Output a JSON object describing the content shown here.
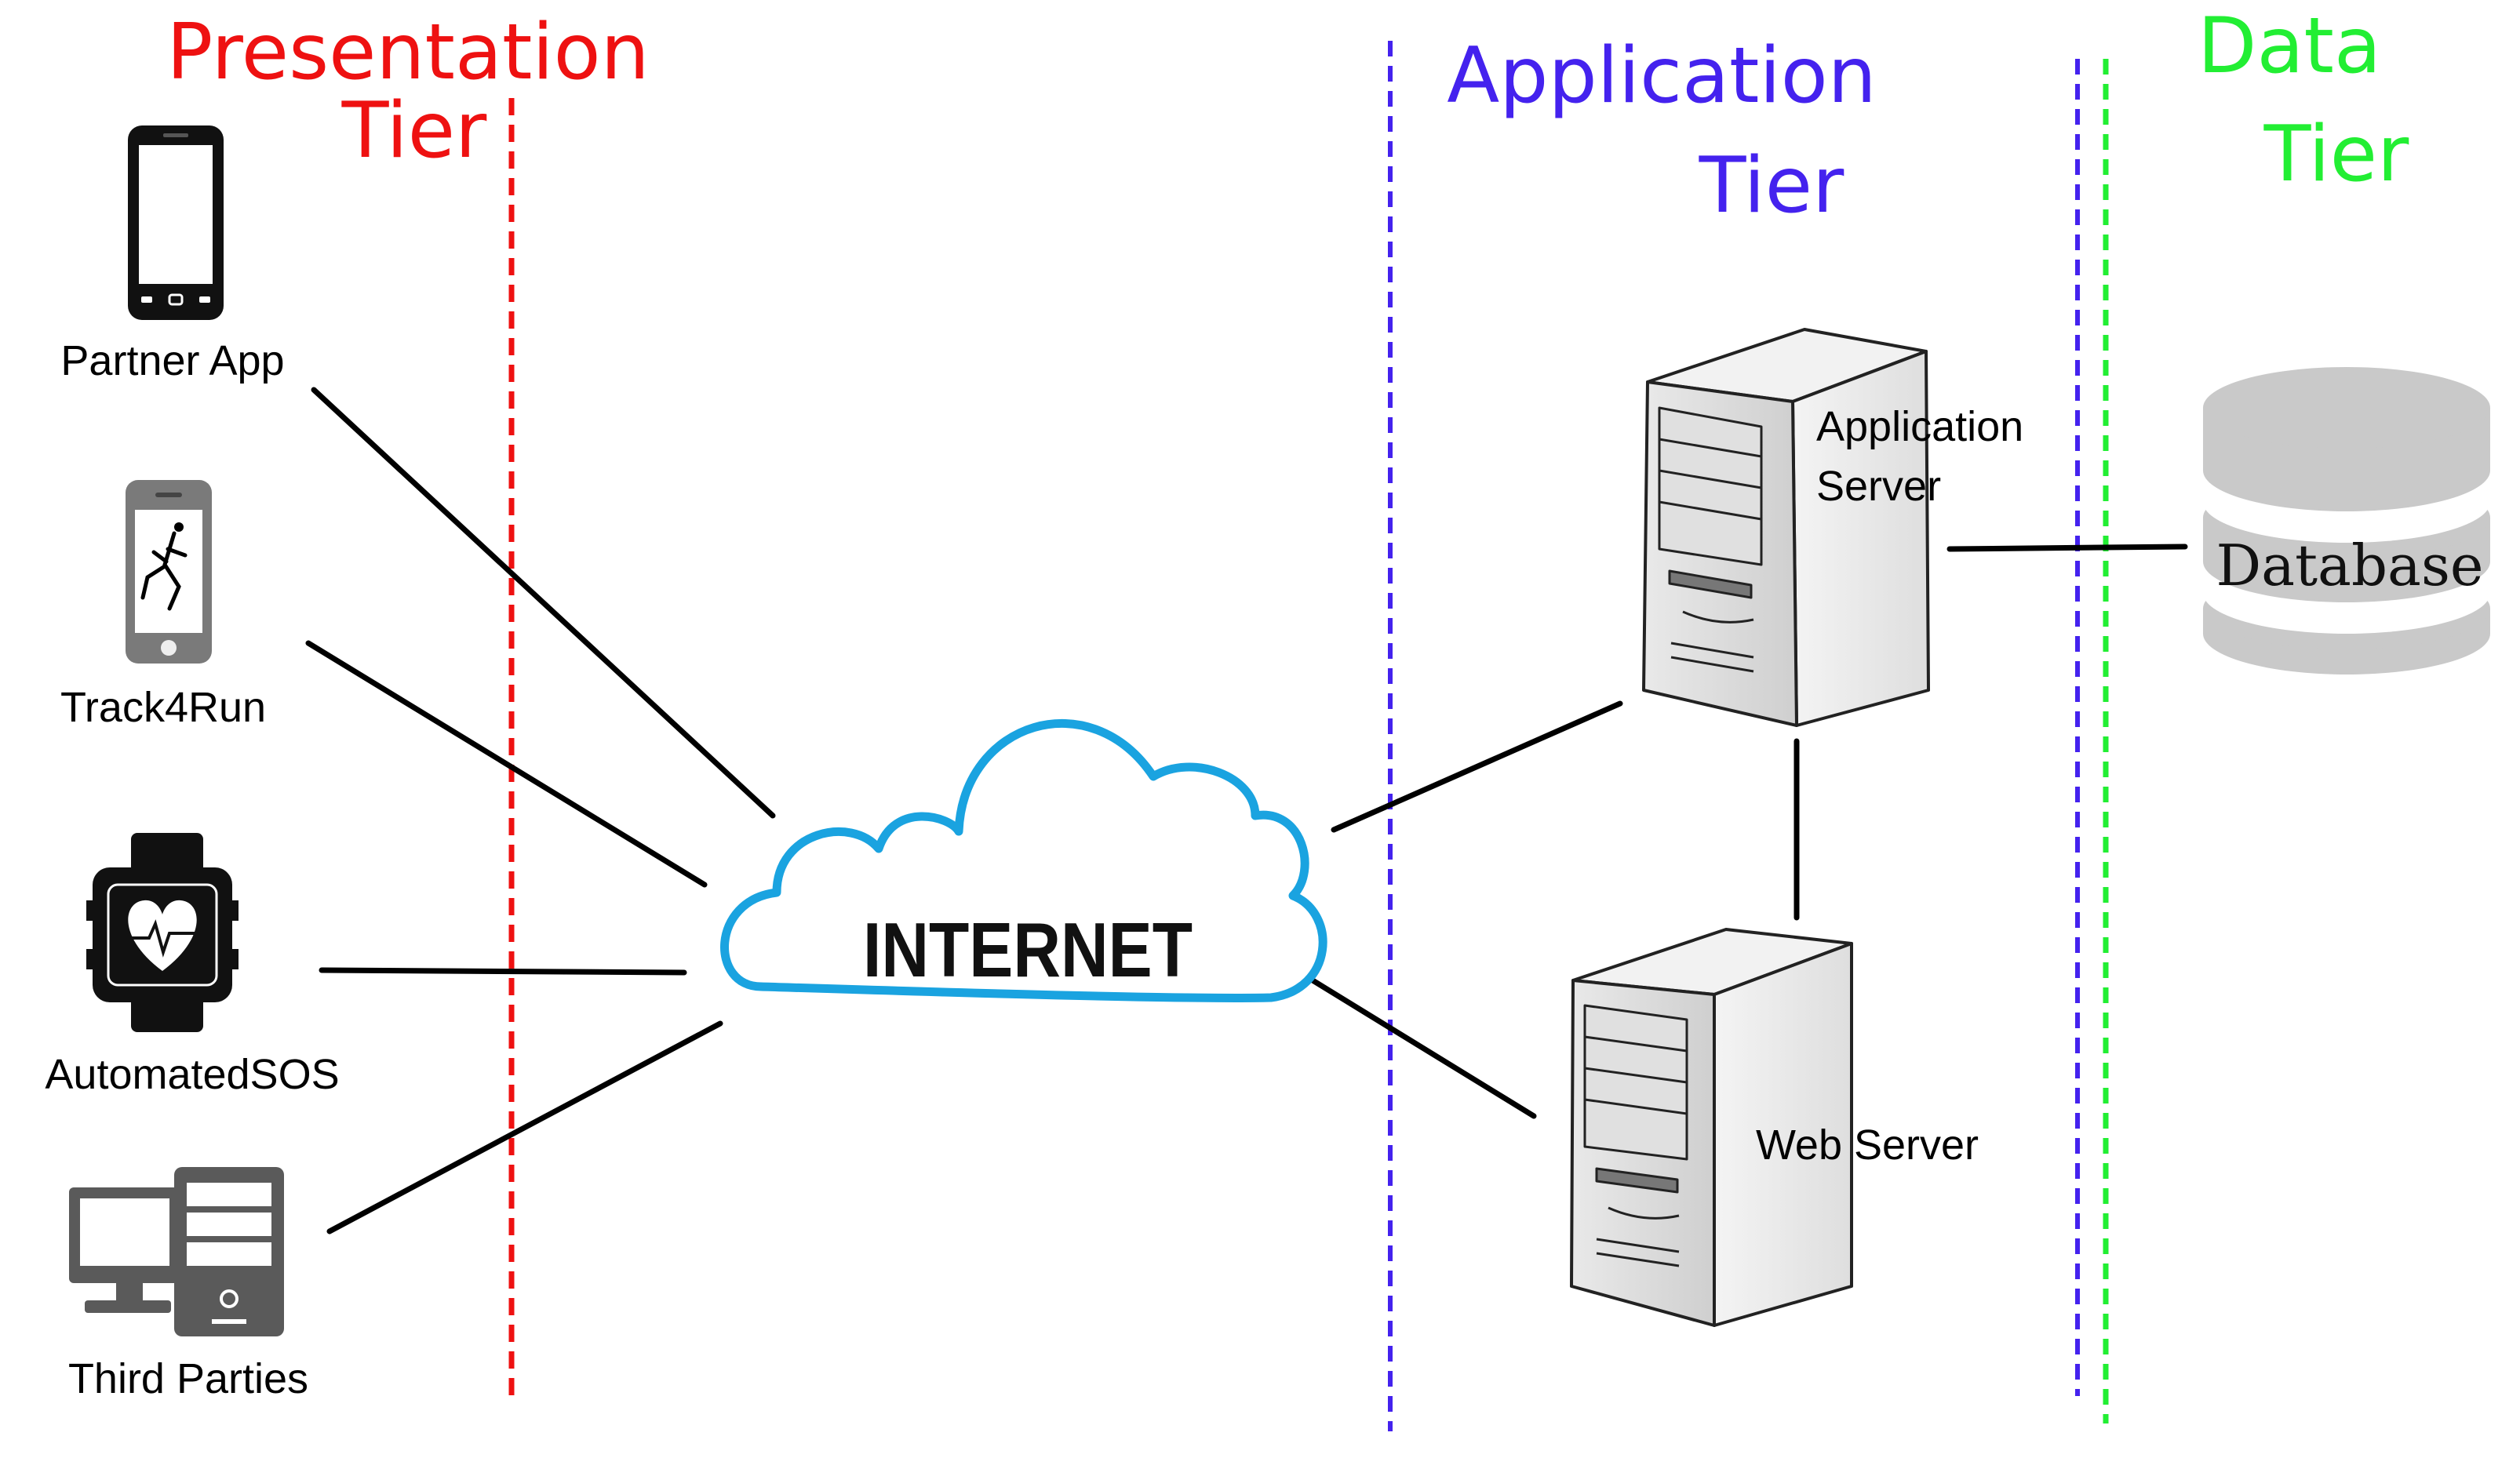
{
  "tiers": {
    "presentation": {
      "line1": "Presentation",
      "line2": "Tier",
      "color": "#ee1111"
    },
    "application": {
      "line1": "Application",
      "line2": "Tier",
      "color": "#4422ee"
    },
    "data": {
      "line1": "Data",
      "line2": "Tier",
      "color": "#22ee33"
    }
  },
  "clients": {
    "partner_app": "Partner App",
    "track4run": "Track4Run",
    "automated_sos": "AutomatedSOS",
    "third_parties": "Third Parties"
  },
  "internet": {
    "label": "INTERNET",
    "color": "#1aa3e0"
  },
  "servers": {
    "application_server_line1": "Application",
    "application_server_line2": "Server",
    "web_server": "Web Server"
  },
  "database": {
    "label": "Database"
  },
  "icons": [
    "smartphone-icon",
    "iphone-runner-icon",
    "smartwatch-heart-icon",
    "desktop-computer-icon",
    "cloud-icon",
    "server-tower-icon",
    "database-icon"
  ]
}
